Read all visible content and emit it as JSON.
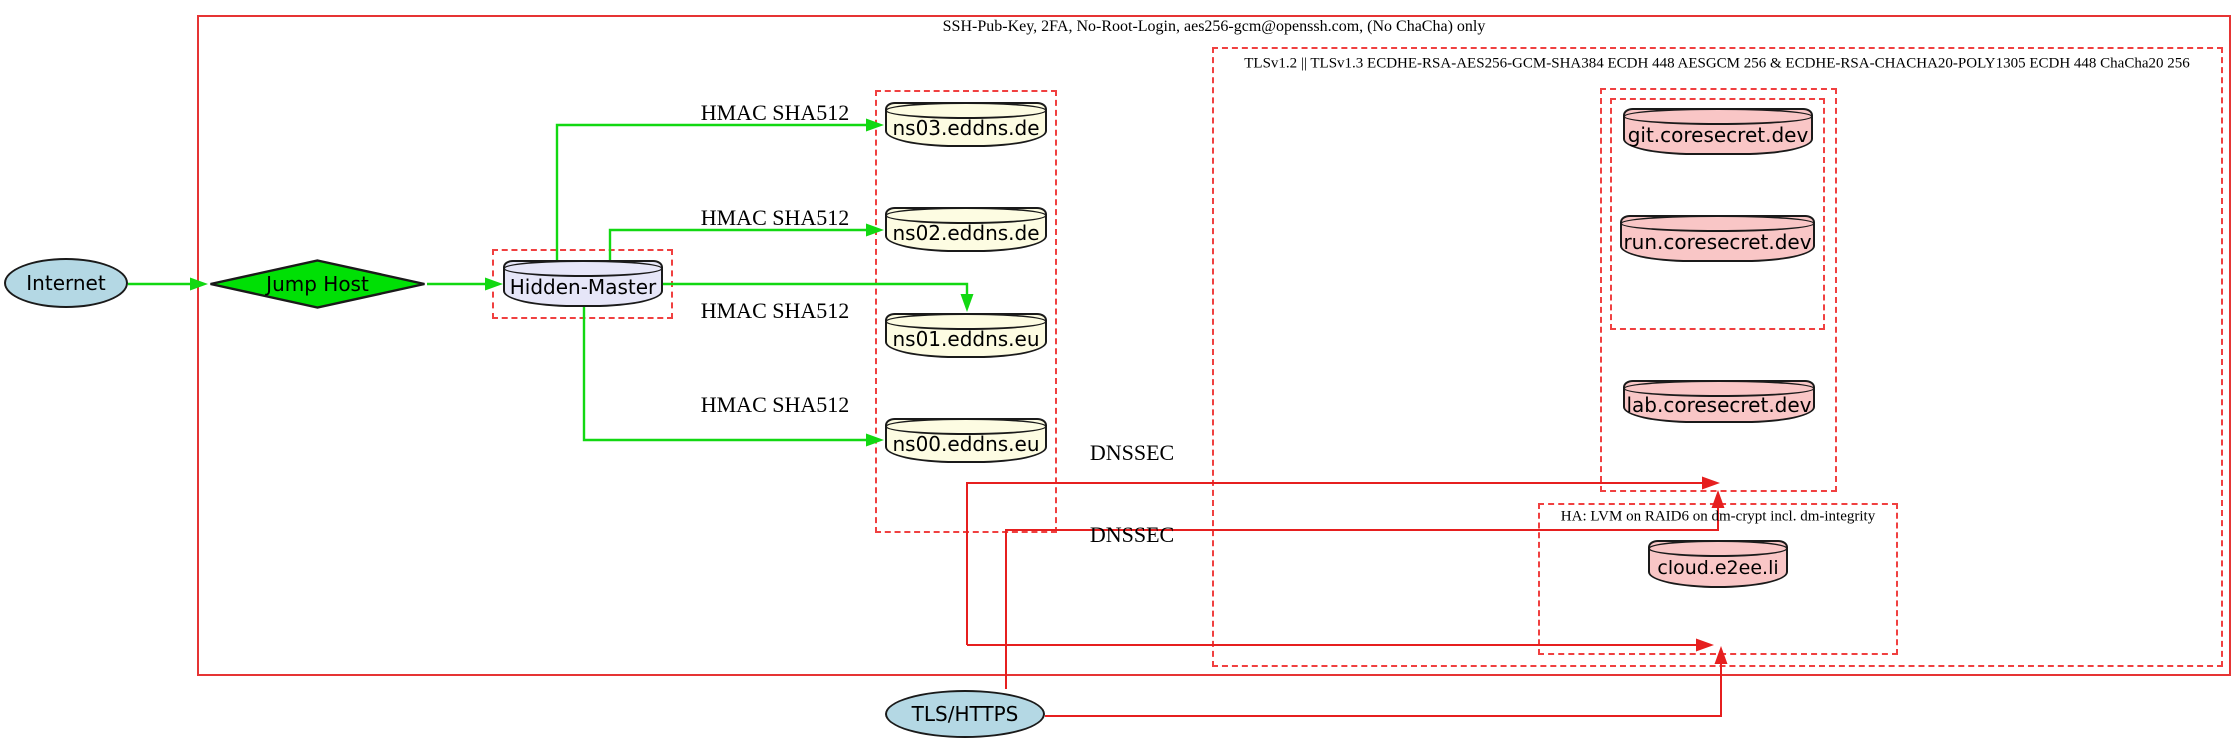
{
  "clusters": {
    "ssh": {
      "label": "SSH-Pub-Key, 2FA, No-Root-Login, aes256-gcm@openssh.com, (No ChaCha) only"
    },
    "tls": {
      "label": "TLSv1.2 || TLSv1.3 ECDHE-RSA-AES256-GCM-SHA384 ECDH 448 AESGCM 256 & ECDHE-RSA-CHACHA20-POLY1305 ECDH 448 ChaCha20 256"
    },
    "ha": {
      "label": "HA: LVM on RAID6 on dm-crypt incl. dm-integrity"
    }
  },
  "nodes": {
    "internet": {
      "label": "Internet",
      "shape": "ellipse",
      "fill": "#b4d8e4"
    },
    "jump_host": {
      "label": "Jump Host",
      "shape": "diamond",
      "fill": "#00e005"
    },
    "hidden_master": {
      "label": "Hidden-Master",
      "shape": "cylinder",
      "fill": "#e6e6f8"
    },
    "ns03": {
      "label": "ns03.eddns.de",
      "shape": "cylinder",
      "fill": "#fdfce2"
    },
    "ns02": {
      "label": "ns02.eddns.de",
      "shape": "cylinder",
      "fill": "#fdfce2"
    },
    "ns01": {
      "label": "ns01.eddns.eu",
      "shape": "cylinder",
      "fill": "#fdfce2"
    },
    "ns00": {
      "label": "ns00.eddns.eu",
      "shape": "cylinder",
      "fill": "#fdfce2"
    },
    "git": {
      "label": "git.coresecret.dev",
      "shape": "cylinder",
      "fill": "#f9c6c6"
    },
    "run": {
      "label": "run.coresecret.dev",
      "shape": "cylinder",
      "fill": "#f9c6c6"
    },
    "lab": {
      "label": "lab.coresecret.dev",
      "shape": "cylinder",
      "fill": "#f9c6c6"
    },
    "cloud": {
      "label": "cloud.e2ee.li",
      "shape": "cylinder",
      "fill": "#f9c6c6"
    },
    "tls_https": {
      "label": "TLS/HTTPS",
      "shape": "ellipse",
      "fill": "#b4d8e4"
    }
  },
  "edge_labels": {
    "hmac": "HMAC SHA512",
    "dnssec": "DNSSEC"
  },
  "colors": {
    "cluster_red": "#e63434",
    "dashed_red": "#f04040",
    "edge_green": "#12d812",
    "node_stroke": "#1a1a1a",
    "background": "#ffffff"
  }
}
